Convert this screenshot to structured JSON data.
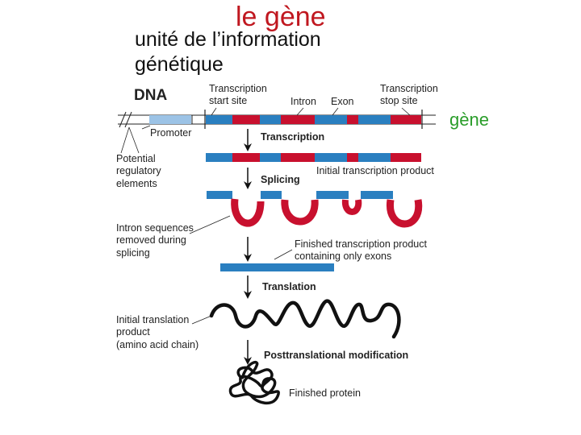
{
  "header": {
    "title": "le gène",
    "subtitle_line1": "unité de l’information",
    "subtitle_line2": "génétique",
    "side_label": "gène"
  },
  "diagram": {
    "dna_label": "DNA",
    "transcription_start_site": [
      "Transcription",
      "start site"
    ],
    "intron": "Intron",
    "exon": "Exon",
    "transcription_stop_site": [
      "Transcription",
      "stop site"
    ],
    "promoter": "Promoter",
    "potential_regulatory": [
      "Potential",
      "regulatory",
      "elements"
    ],
    "step_transcription": "Transcription",
    "initial_transcription_product": "Initial transcription product",
    "step_splicing": "Splicing",
    "intron_removed": [
      "Intron sequences",
      "removed during",
      "splicing"
    ],
    "finished_transcription_product": [
      "Finished transcription product",
      "containing only exons"
    ],
    "step_translation": "Translation",
    "initial_translation_product": [
      "Initial translation",
      "product",
      "(amino acid chain)"
    ],
    "step_posttranslational": "Posttranslational modification",
    "finished_protein": "Finished protein"
  },
  "colors": {
    "exon": "#2a7fc0",
    "intron": "#c8102e",
    "promoter": "#9cc3e6",
    "title": "#c0171f",
    "side_label": "#2a9d2a"
  }
}
